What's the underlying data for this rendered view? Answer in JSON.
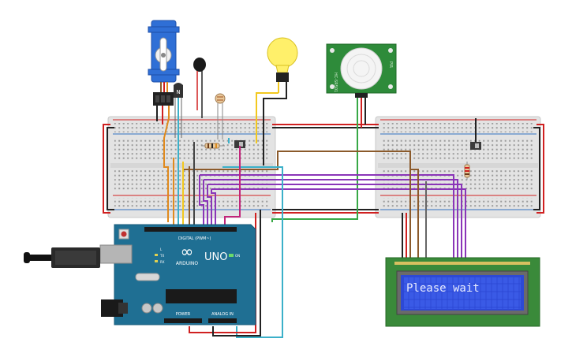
{
  "arduino": {
    "logo": "∞",
    "brand": "ARDUINO",
    "model": "UNO",
    "digital_label": "DIGITAL (PWM~)",
    "power_label": "POWER",
    "analog_label": "ANALOG IN",
    "tx_label": "TX",
    "rx_label": "RX",
    "l_label": "L",
    "on_label": "ON"
  },
  "lcd": {
    "text": "Please wait"
  },
  "components": {
    "transistor_label": "N",
    "pir_text_1": "HC-SR501",
    "pir_text_2": "PIR"
  },
  "colors": {
    "breadboard": "#e6e6e6",
    "rail_red": "#d02020",
    "rail_blue": "#3070c0",
    "board_blue": "#1f6f93",
    "lcd_green": "#3a8a3a",
    "lcd_screen": "#2d49d6",
    "wire_purple": "#8a35b8",
    "wire_orange": "#e08a1e",
    "wire_brown": "#8b5a2b",
    "wire_green": "#37a845",
    "wire_cyan": "#3bb0c9",
    "wire_yellow": "#f2c81f",
    "wire_magenta": "#c2257a"
  },
  "icons": [
    "servo-icon",
    "buzzer-icon",
    "transistor-icon",
    "photoresistor-icon",
    "bulb-icon",
    "pir-sensor-icon",
    "usb-cable-icon",
    "power-jack-icon"
  ]
}
